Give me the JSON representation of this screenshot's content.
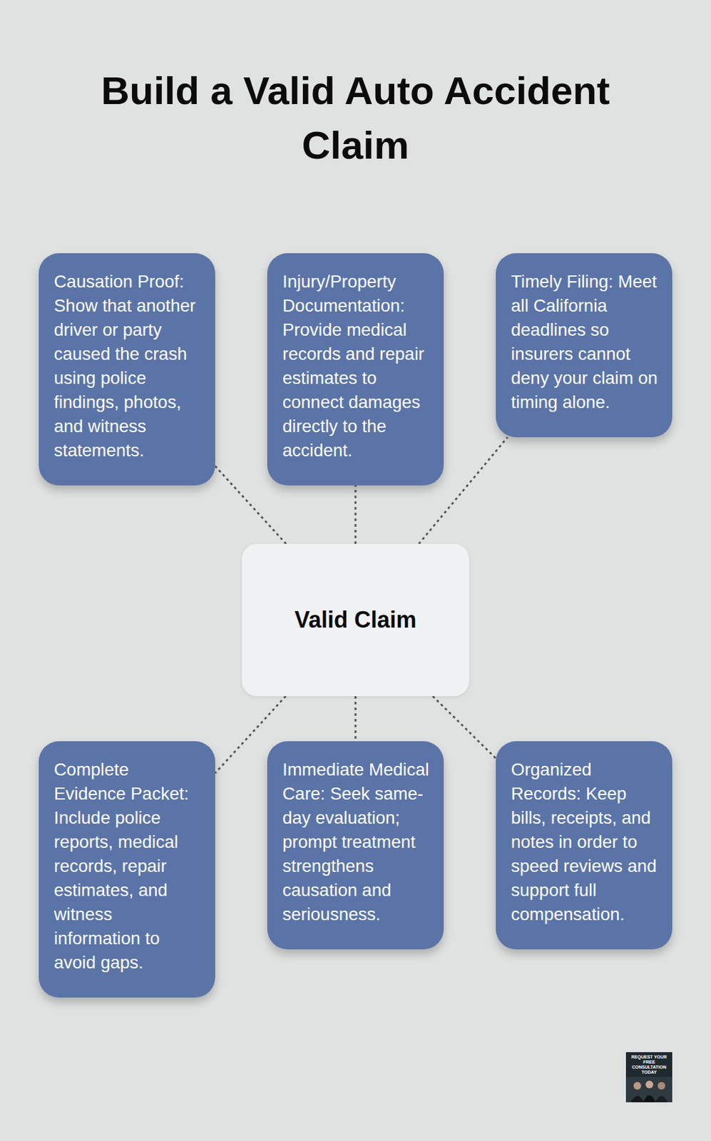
{
  "diagram": {
    "title": "Build a Valid Auto Accident Claim",
    "nodes": [
      {
        "text": [
          "Causation Proof: Show that another driver or party caused the crash using police findings, photos, and witness statements."
        ]
      },
      {
        "text": [
          "Injury/Property Documentation: Provide medical records and repair estimates to connect damages directly to the accident."
        ]
      },
      {
        "text": [
          "Timely Filing: Meet all California deadlines so insurers cannot deny your claim on timing alone."
        ]
      },
      {
        "text": [
          "Valid Claim"
        ]
      },
      {
        "text": [
          "Complete Evidence Packet: Include police reports, medical records, repair estimates, and witness information to avoid gaps."
        ]
      },
      {
        "text": [
          "Immediate Medical Care: Seek same-day evaluation; prompt treatment strengthens causation and seriousness."
        ]
      },
      {
        "text": [
          "Organized Records: Keep bills, receipts, and notes in order to speed reviews and support full compensation."
        ]
      }
    ],
    "edges": [
      {
        "from": 3,
        "to": 0,
        "arrow": "none"
      },
      {
        "from": 3,
        "to": 1,
        "arrow": "none"
      },
      {
        "from": 3,
        "to": 2,
        "arrow": "none"
      },
      {
        "from": 3,
        "to": 4,
        "arrow": "none"
      },
      {
        "from": 3,
        "to": 5,
        "arrow": "none"
      },
      {
        "from": 3,
        "to": 6,
        "arrow": "none"
      }
    ],
    "labels": [
      "REQUEST YOUR FREE CONSULTATION TODAY"
    ]
  }
}
